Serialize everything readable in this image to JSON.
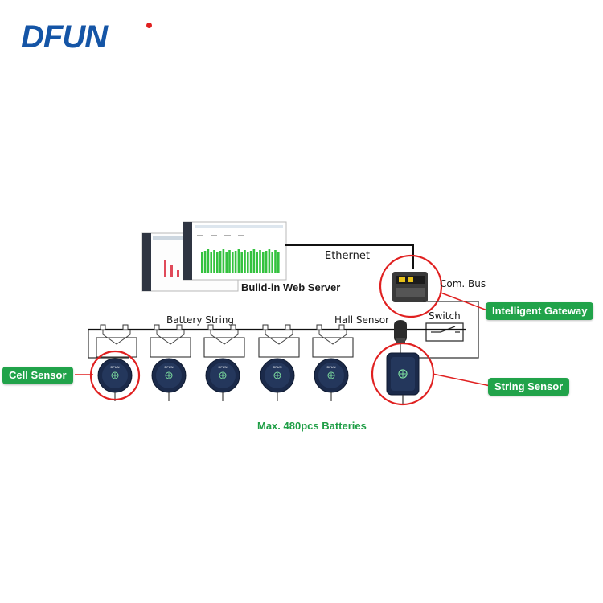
{
  "brand": {
    "logo_text": "DFUN",
    "logo_color": "#1555a6",
    "accent_dot": "#e02020"
  },
  "labels": {
    "ethernet": "Ethernet",
    "web_server": "Bulid-in Web Server",
    "com_bus": "Com. Bus",
    "switch": "Switch",
    "battery_string": "Battery String",
    "hall_sensor": "Hall Sensor"
  },
  "callouts": {
    "cell_sensor": "Cell Sensor",
    "string_sensor": "String Sensor",
    "intelligent_gateway": "Intelligent Gateway"
  },
  "footer": {
    "capacity_note": "Max. 480pcs Batteries"
  },
  "colors": {
    "callout_green": "#21a34a",
    "highlight_red": "#e02020",
    "sensor_navy": "#1b2a4a",
    "note_green": "#1f9e46"
  },
  "sensor_label": "DFUN"
}
